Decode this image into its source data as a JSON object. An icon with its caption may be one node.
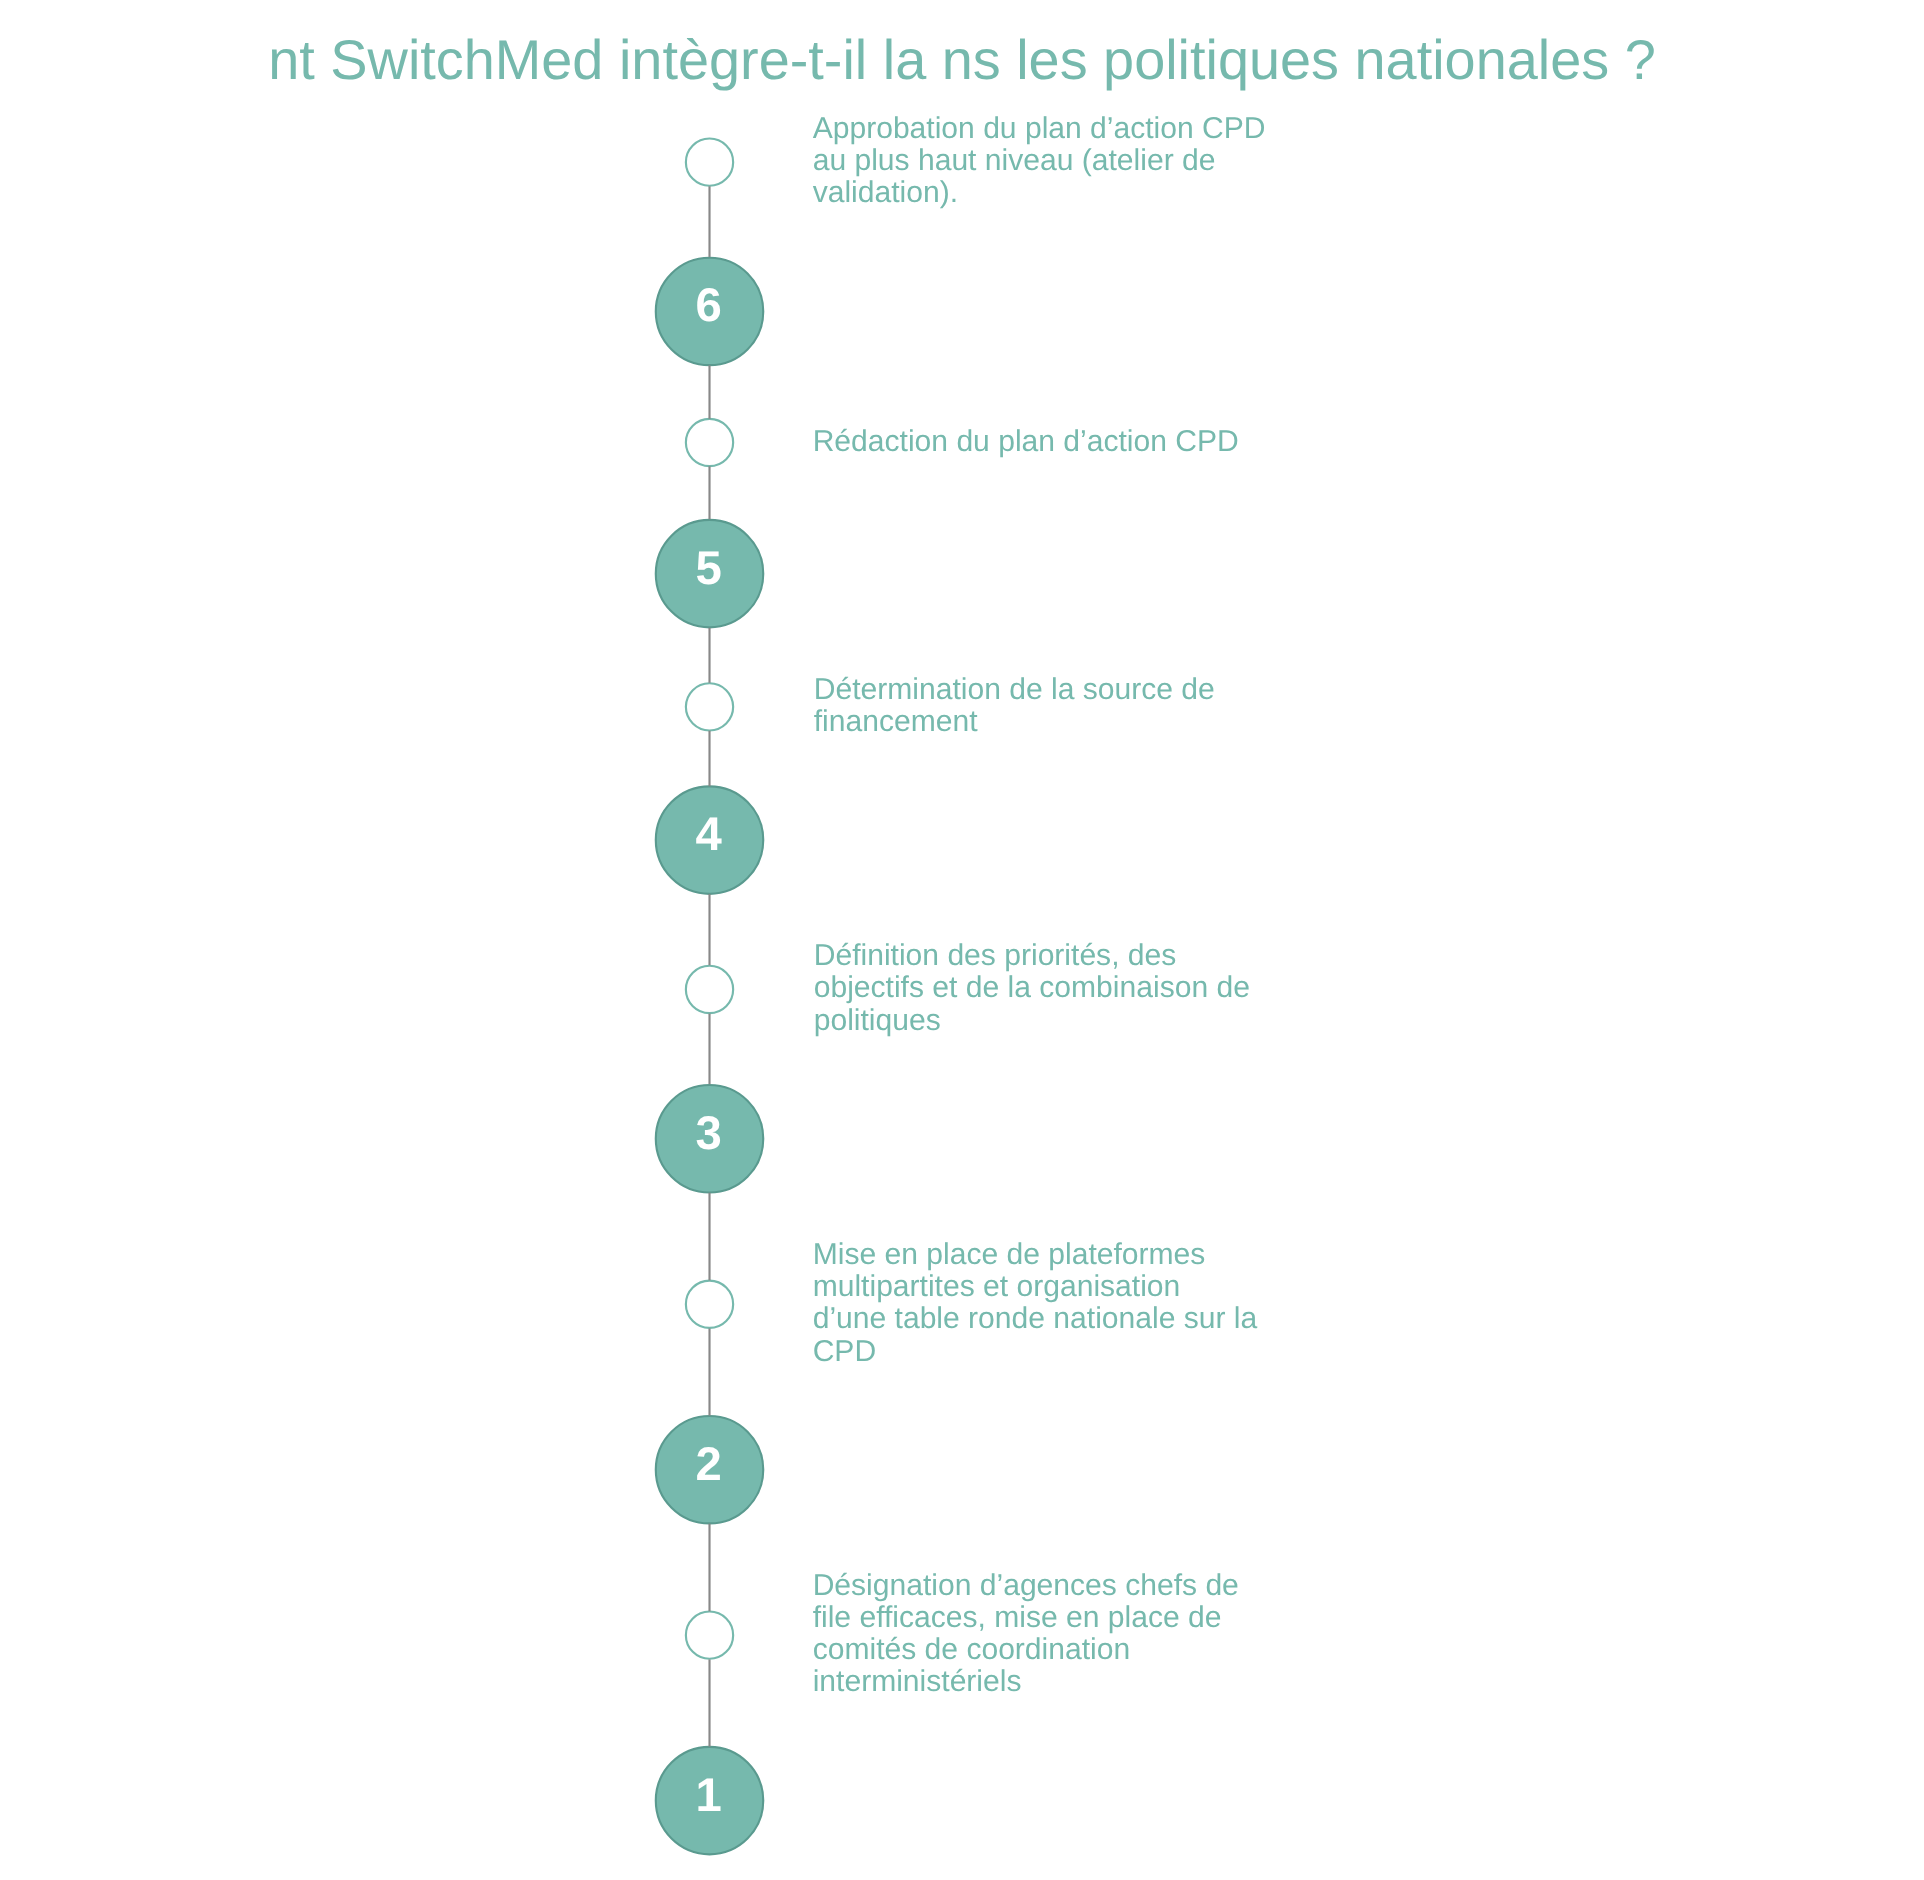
{
  "diagram": {
    "title": "nt SwitchMed intègre-t-il la ns les politiques nationales ?",
    "nodes": [
      {
        "text": [
          "1"
        ]
      },
      {
        "text": [],
        "shape": "circle",
        "beside": [
          "Désignation d’agences chefs de file efficaces, mise en place de comités de coordination interministériels"
        ]
      },
      {
        "text": [
          "2"
        ]
      },
      {
        "text": [],
        "shape": "circle",
        "beside": [
          "Mise en place de plateformes multipartites et organisation d’une table ronde nationale sur la CPD"
        ]
      },
      {
        "text": [
          "3"
        ]
      },
      {
        "text": [],
        "shape": "circle",
        "beside": [
          "Définition des priorités, des objectifs et de la combinaison de politiques"
        ]
      },
      {
        "text": [
          "4"
        ]
      },
      {
        "text": [],
        "shape": "circle",
        "beside": [
          "Détermination de la source de financement"
        ]
      },
      {
        "text": [
          "5"
        ]
      },
      {
        "text": [],
        "shape": "circle",
        "beside": [
          "Rédaction du plan d’action CPD"
        ]
      },
      {
        "text": [
          "6"
        ]
      },
      {
        "text": [],
        "shape": "circle",
        "beside": [
          "Approbation du plan d’action CPD au plus haut niveau (atelier de validation)."
        ]
      }
    ],
    "edges": [
      {
        "from": 0,
        "to": 1,
        "arrow": "none"
      },
      {
        "from": 1,
        "to": 2,
        "arrow": "none"
      },
      {
        "from": 2,
        "to": 3,
        "arrow": "none"
      },
      {
        "from": 3,
        "to": 4,
        "arrow": "none"
      },
      {
        "from": 4,
        "to": 5,
        "arrow": "none"
      },
      {
        "from": 5,
        "to": 6,
        "arrow": "none"
      },
      {
        "from": 6,
        "to": 7,
        "arrow": "none"
      },
      {
        "from": 7,
        "to": 8,
        "arrow": "none"
      },
      {
        "from": 8,
        "to": 9,
        "arrow": "none"
      },
      {
        "from": 9,
        "to": 10,
        "arrow": "none"
      },
      {
        "from": 10,
        "to": 11,
        "arrow": "none"
      }
    ]
  }
}
